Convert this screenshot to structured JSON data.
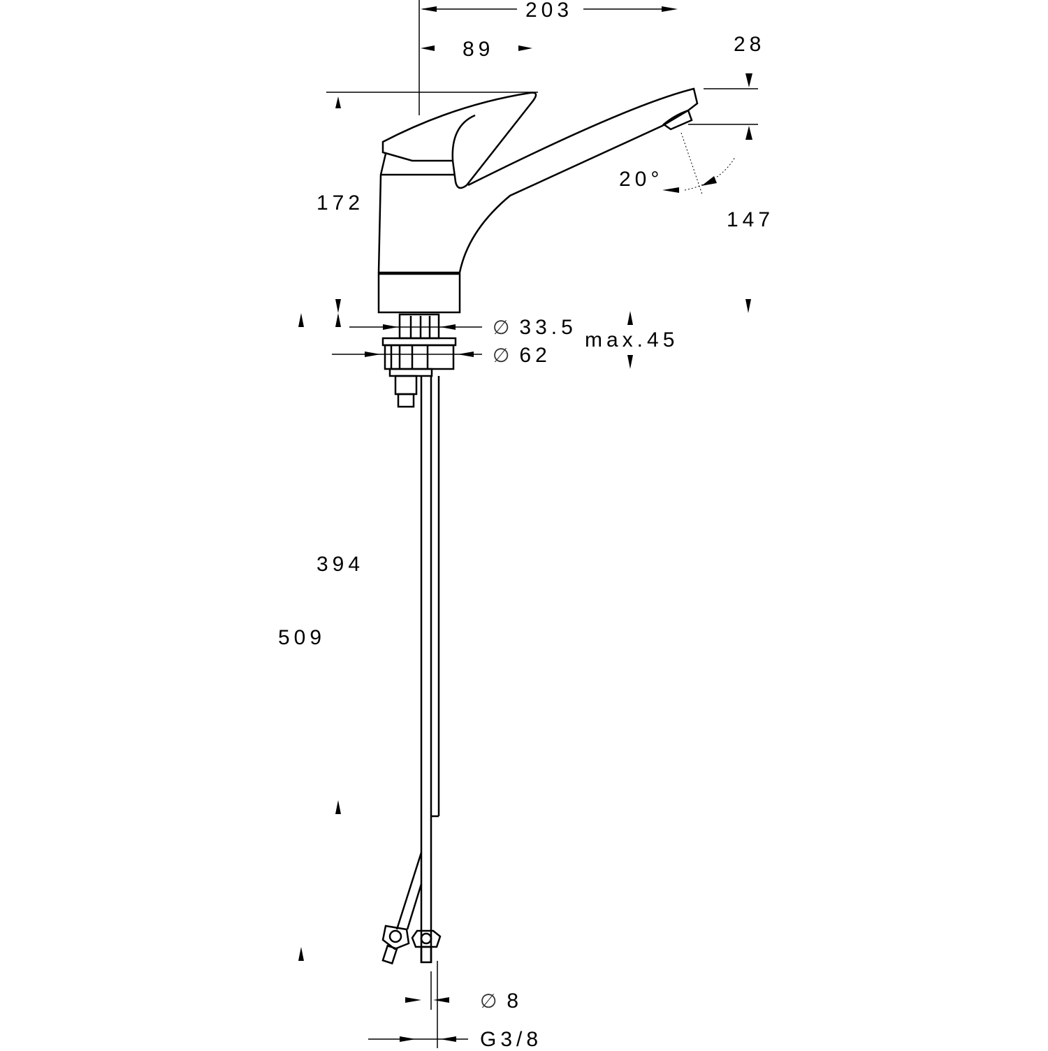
{
  "drawing": {
    "title": "Single-lever kitchen mixer dimension drawing",
    "unit": "mm",
    "stroke_color": "#000000",
    "background": "#ffffff"
  },
  "dimensions": {
    "overall_reach": "203",
    "lever_reach": "89",
    "spout_tip_height": "28",
    "lever_height": "172",
    "spout_angle": "20°",
    "spout_outlet_height": "147",
    "shank_diameter_symbol": "∅",
    "shank_diameter": "33.5",
    "base_diameter_symbol": "∅",
    "base_diameter": "62",
    "max_deck_thickness": "max.45",
    "flex_hose_length": "394",
    "overall_hose_length": "509",
    "hose_diameter_symbol": "∅",
    "hose_diameter": "8",
    "connection_thread": "G3/8"
  }
}
